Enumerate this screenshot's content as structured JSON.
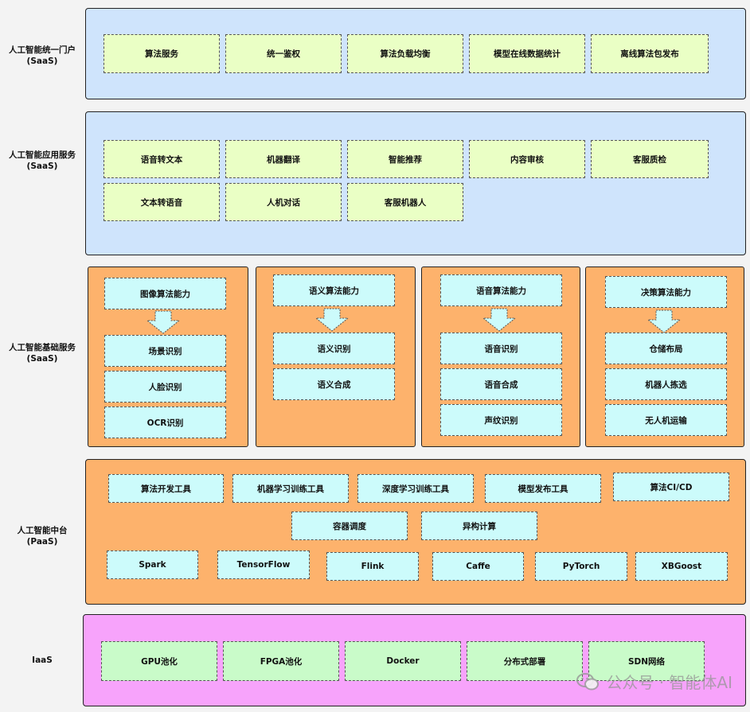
{
  "layers": {
    "portal": {
      "label": "人工智能统一门户\n(SaaS)",
      "boxes": [
        "算法服务",
        "统一鉴权",
        "算法负载均衡",
        "模型在线数据统计",
        "离线算法包发布"
      ]
    },
    "app": {
      "label": "人工智能应用服务\n(SaaS)",
      "boxes": [
        "语音转文本",
        "机器翻译",
        "智能推荐",
        "内容审核",
        "客服质检",
        "文本转语音",
        "人机对话",
        "客服机器人"
      ]
    },
    "base": {
      "label": "人工智能基础服务\n(SaaS)",
      "groups": [
        {
          "title": "图像算法能力",
          "items": [
            "场景识别",
            "人脸识别",
            "OCR识别"
          ]
        },
        {
          "title": "语义算法能力",
          "items": [
            "语义识别",
            "语义合成"
          ]
        },
        {
          "title": "语音算法能力",
          "items": [
            "语音识别",
            "语音合成",
            "声纹识别"
          ]
        },
        {
          "title": "决策算法能力",
          "items": [
            "仓储布局",
            "机器人拣选",
            "无人机运输"
          ]
        }
      ]
    },
    "paas": {
      "label": "人工智能中台\n(PaaS)",
      "row1": [
        "算法开发工具",
        "机器学习训练工具",
        "深度学习训练工具",
        "模型发布工具",
        "算法CI/CD"
      ],
      "row2": [
        "容器调度",
        "异构计算"
      ],
      "row3": [
        "Spark",
        "TensorFlow",
        "Flink",
        "Caffe",
        "PyTorch",
        "XBGoost"
      ]
    },
    "iaas": {
      "label": "IaaS",
      "boxes": [
        "GPU池化",
        "FPGA池化",
        "Docker",
        "分布式部署",
        "SDN网络"
      ]
    }
  },
  "watermark": "公众号 · 智能体AI"
}
